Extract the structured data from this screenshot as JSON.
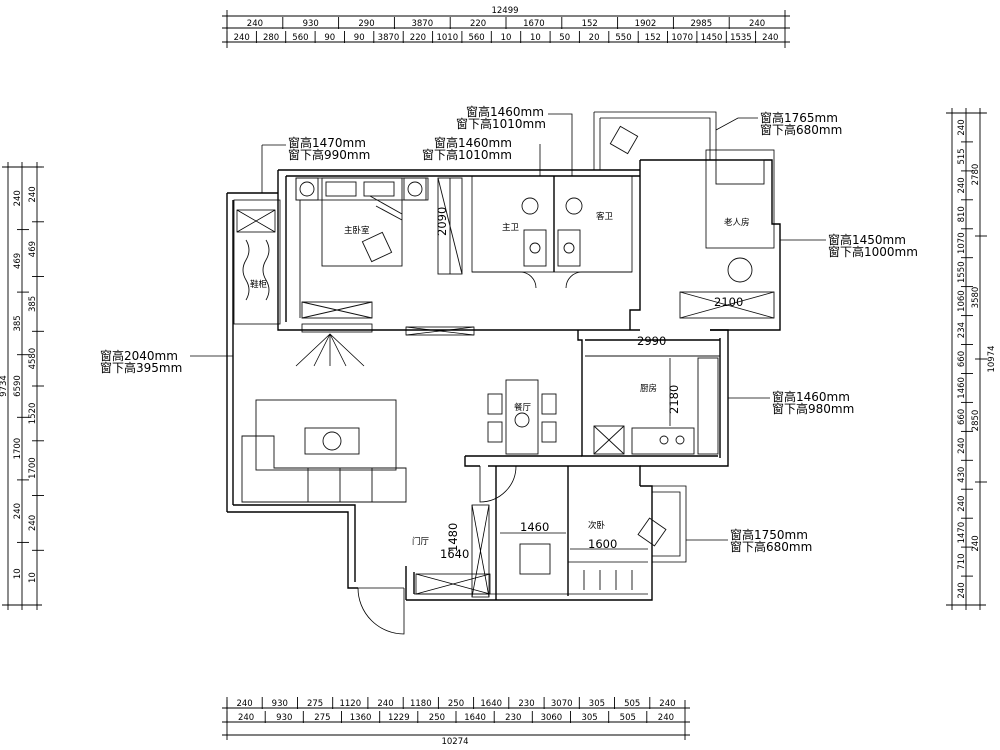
{
  "top_dims": {
    "total": "12499",
    "row1": [
      "240",
      "930",
      "290",
      "3870",
      "220",
      "1670",
      "152",
      "1902",
      "2985",
      "240"
    ],
    "row2": [
      "240",
      "280",
      "560",
      "90",
      "90",
      "3870",
      "220",
      "1010",
      "560",
      "10",
      "10",
      "50",
      "20",
      "550",
      "152",
      "1070",
      "1450",
      "1535",
      "240"
    ]
  },
  "bottom_dims": {
    "total": "10274",
    "row1": [
      "240",
      "930",
      "275",
      "1120",
      "240",
      "1180",
      "250",
      "1640",
      "230",
      "3070",
      "305",
      "505",
      "240"
    ],
    "row2": [
      "240",
      "930",
      "275",
      "1360",
      "1229",
      "250",
      "1640",
      "230",
      "3060",
      "305",
      "505",
      "240"
    ]
  },
  "left_dims": {
    "total": "9734",
    "row1": [
      "240",
      "469",
      "385",
      "6590",
      "1700",
      "240",
      "10"
    ],
    "row2": [
      "240",
      "469",
      "385",
      "4580",
      "1520",
      "1700",
      "240",
      "10"
    ]
  },
  "right_dims": {
    "total": "10974",
    "row1": [
      "240",
      "515",
      "240",
      "810",
      "1070",
      "1550",
      "1060",
      "234",
      "660",
      "1460",
      "660",
      "240",
      "430",
      "240",
      "1470",
      "710",
      "240"
    ],
    "row2": [
      "2780",
      "3580",
      "2850",
      "240"
    ]
  },
  "rooms": {
    "master_bedroom": "主卧室",
    "master_bath": "主卫",
    "guest_bath": "客卫",
    "elder_room": "老人房",
    "kitchen": "厨房",
    "dining": "餐厅",
    "second_bedroom": "次卧",
    "foyer": "门厅",
    "shoe": "鞋柜"
  },
  "notes": {
    "w_master_h": "窗高1470mm",
    "w_master_s": "窗下高990mm",
    "w_mbath_h": "窗高1460mm",
    "w_mbath_s": "窗下高1010mm",
    "w_gbath_h": "窗高1460mm",
    "w_gbath_s": "窗下高1010mm",
    "w_balc_h": "窗高1765mm",
    "w_balc_s": "窗下高680mm",
    "w_elder_h": "窗高1450mm",
    "w_elder_s": "窗下高1000mm",
    "w_living_h": "窗高2040mm",
    "w_living_s": "窗下高395mm",
    "w_kitchen_h": "窗高1460mm",
    "w_kitchen_s": "窗下高980mm",
    "w_second_h": "窗高1750mm",
    "w_second_s": "窗下高680mm"
  },
  "inner_dims": {
    "wardrobe": "2090",
    "elder_desk": "2100",
    "kitchen_w": "2990",
    "kitchen_h": "2180",
    "second_1": "1460",
    "second_2": "1600",
    "foyer_1": "1480",
    "foyer_2": "1640"
  },
  "colors": {
    "line": "#000000",
    "background": "#ffffff"
  }
}
